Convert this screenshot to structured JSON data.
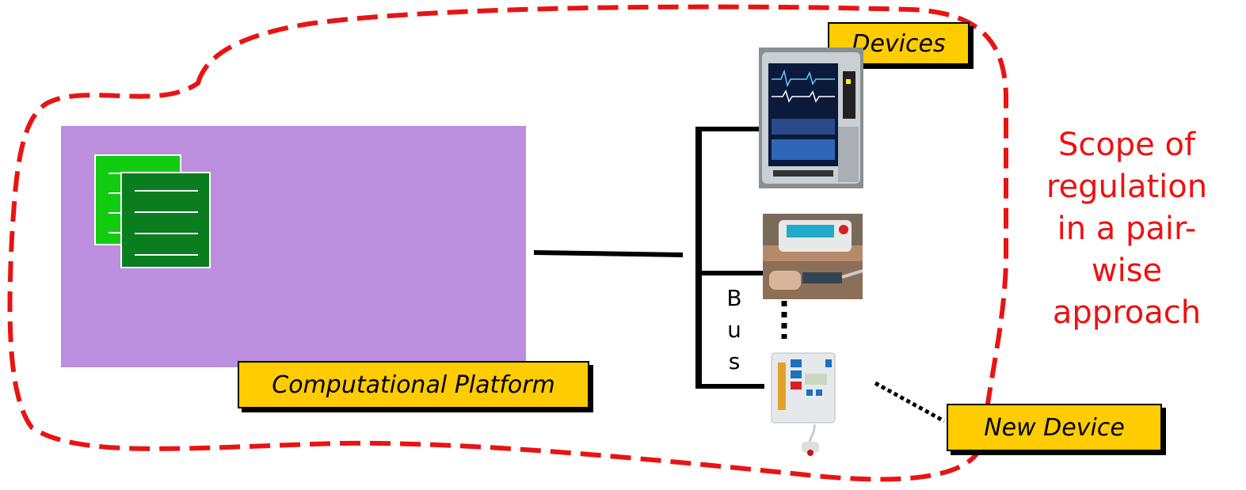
{
  "labels": {
    "devices": "Devices",
    "platform": "Computational Platform",
    "new_device": "New Device",
    "bus": [
      "B",
      "u",
      "s"
    ]
  },
  "scope_text": [
    "Scope of",
    "regulation",
    "in a pair-",
    "wise",
    "approach"
  ],
  "icons": {
    "documents": "stacked-documents-icon",
    "monitor": "patient-monitor-photo",
    "oximeter": "pulse-oximeter-photo",
    "pump": "pca-pump-photo"
  },
  "colors": {
    "scope_boundary": "#e81414",
    "platform_fill": "#bb8fdd",
    "label_fill": "#ffcc00",
    "scope_text": "#ee1111",
    "doc_back": "#11cc11",
    "doc_front": "#0a7d1e"
  }
}
